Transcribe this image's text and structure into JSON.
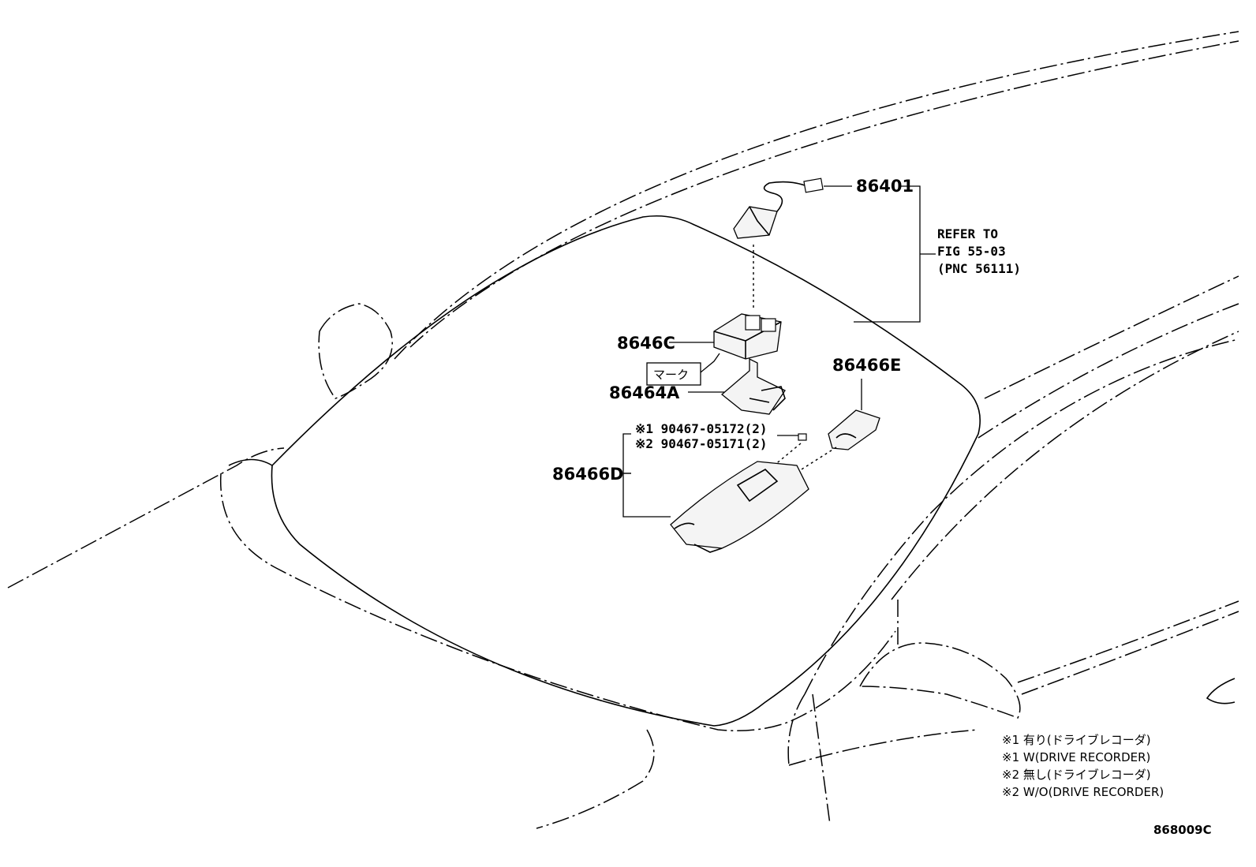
{
  "labels": {
    "p86401": "86401",
    "p8646C": "8646C",
    "mark": "マーク",
    "p86464A": "86464A",
    "p86466E": "86466E",
    "bolt1": "※1 90467-05172(2)",
    "bolt2": "※2 90467-05171(2)",
    "p86466D": "86466D"
  },
  "refer": {
    "line1": "REFER TO",
    "line2": "FIG 55-03",
    "line3": "(PNC 56111)"
  },
  "legend": [
    "※1 有り(ドライブレコーダ)",
    "※1 W(DRIVE RECORDER)",
    "※2 無し(ドライブレコーダ)",
    "※2 W/O(DRIVE RECORDER)"
  ],
  "figure_code": "868009C"
}
